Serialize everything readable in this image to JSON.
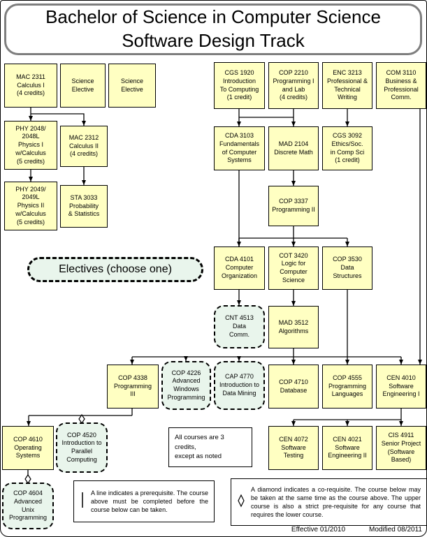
{
  "title": "Bachelor of Science in Computer Science\nSoftware Design Track",
  "electives_label": "Electives (choose one)",
  "courses": {
    "mac2311": "MAC 2311\nCalculus I\n(4 credits)",
    "sci_elective_1": "Science\nElective",
    "sci_elective_2": "Science\nElective",
    "cgs1920": "CGS 1920\nIntroduction\nTo Computing\n(1 credit)",
    "cop2210": "COP 2210\nProgramming I\nand Lab\n(4 credits)",
    "enc3213": "ENC 3213\nProfessional &\nTechnical\nWriting",
    "com3110": "COM 3110\nBusiness &\nProfessional\nComm.",
    "phy2048": "PHY 2048/\n2048L\nPhysics I\nw/Calculus\n(5 credits)",
    "mac2312": "MAC 2312\nCalculus II\n(4 credits)",
    "cda3103": "CDA 3103\nFundamentals\nof Computer\nSystems",
    "mad2104": "MAD 2104\nDiscrete Math",
    "cgs3092": "CGS 3092\nEthics/Soc.\nin Comp Sci\n(1 credit)",
    "phy2049": "PHY 2049/\n2049L\nPhysics II\nw/Calculus\n(5 credits)",
    "sta3033": "STA 3033\nProbability\n& Statistics",
    "cop3337": "COP 3337\nProgramming II",
    "cda4101": "CDA 4101\nComputer\nOrganization",
    "cot3420": "COT 3420\nLogic for\nComputer\nScience",
    "cop3530": "COP 3530\nData\nStructures",
    "cnt4513": "CNT 4513\nData\nComm.",
    "mad3512": "MAD 3512\nAlgorithms",
    "cop4338": "COP 4338\nProgramming\nIII",
    "cop4226": "COP 4226\nAdvanced\nWindows\nProgramming",
    "cap4770": "CAP 4770\nIntroduction to\nData Mining",
    "cop4710": "COP 4710\nDatabase",
    "cop4555": "COP 4555\nProgramming\nLanguages",
    "cen4010": "CEN 4010\nSoftware\nEngineering I",
    "cop4610": "COP 4610\nOperating\nSystems",
    "cop4520": "COP 4520\nIntroduction to\nParallel\nComputing",
    "cen4072": "CEN 4072\nSoftware\nTesting",
    "cen4021": "CEN 4021\nSoftware\nEngineering II",
    "cis4911": "CIS 4911\nSenior Project\n(Software\nBased)",
    "cop4604": "COP 4604\nAdvanced\nUnix\nProgramming"
  },
  "notes": {
    "credits": "All courses are 3 credits,\nexcept as noted",
    "line_legend": "A line indicates a prerequisite. The course above must be completed before the course below can be taken.",
    "diamond_legend": "A diamond indicates a co-requisite. The course below may be taken at the same time as the course above. The upper course is also a strict pre-requisite for any course that requires the lower course."
  },
  "footer": {
    "effective": "Effective 01/2010",
    "modified": "Modified 08/2011"
  }
}
